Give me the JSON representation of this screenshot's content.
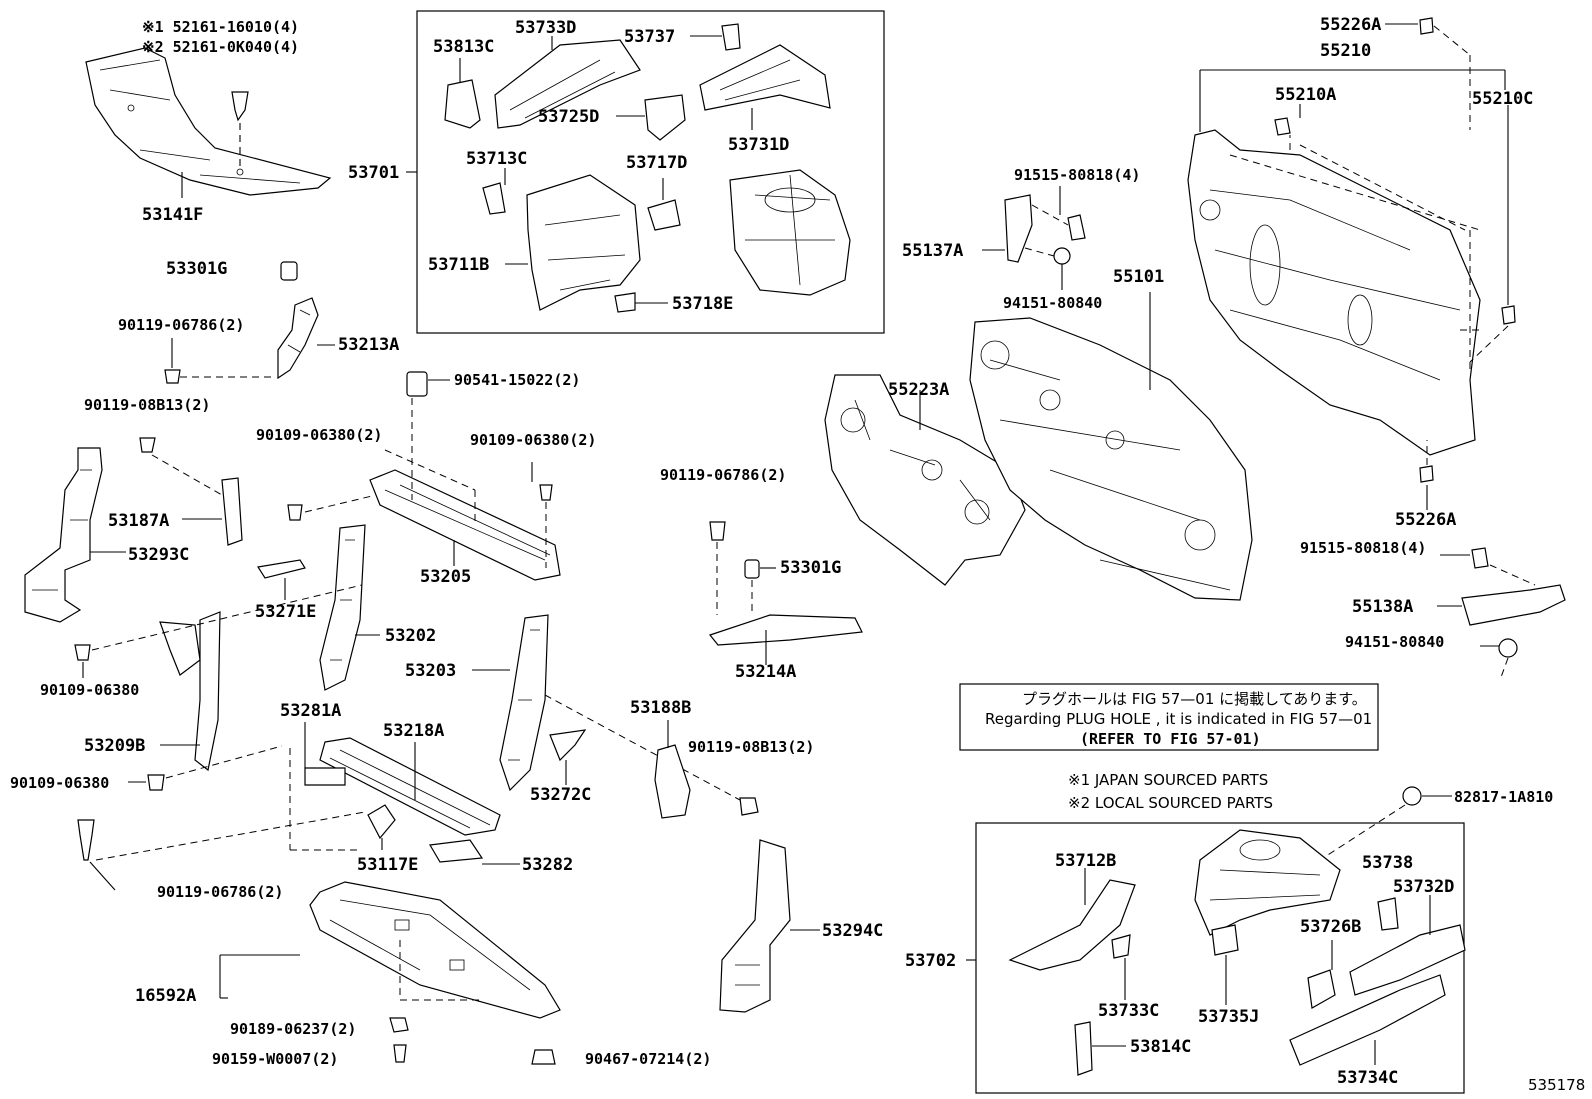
{
  "diagram": {
    "figure_number": "535178",
    "callouts": {
      "c53141F": "53141F",
      "c53141F_note1": "※1 52161-16010(4)",
      "c53141F_note2": "※2 52161-0K040(4)",
      "c53301G_a": "53301G",
      "c90119_06786_a": "90119-06786(2)",
      "c53213A": "53213A",
      "c90119_08B13_a": "90119-08B13(2)",
      "c53187A": "53187A",
      "c53293C": "53293C",
      "c90541_15022": "90541-15022(2)",
      "c90109_06380_a": "90109-06380(2)",
      "c90109_06380_b": "90109-06380(2)",
      "c53205": "53205",
      "c53271E": "53271E",
      "c53202": "53202",
      "c90109_06380_c": "90109-06380",
      "c53203": "53203",
      "c53209B": "53209B",
      "c53281A": "53281A",
      "c53218A": "53218A",
      "c90109_06380_d": "90109-06380",
      "c53272C": "53272C",
      "c53117E": "53117E",
      "c53282": "53282",
      "c90119_06786_b": "90119-06786(2)",
      "c16592A": "16592A",
      "c90189_06237": "90189-06237(2)",
      "c90159_W0007": "90159-W0007(2)",
      "c90467_07214": "90467-07214(2)",
      "c53294C": "53294C",
      "c90119_06786_c": "90119-06786(2)",
      "c53301G_b": "53301G",
      "c53214A": "53214A",
      "c53188B": "53188B",
      "c90119_08B13_b": "90119-08B13(2)",
      "c53701": "53701",
      "c53813C": "53813C",
      "c53733D": "53733D",
      "c53737": "53737",
      "c53725D": "53725D",
      "c53731D": "53731D",
      "c53713C": "53713C",
      "c53717D": "53717D",
      "c53711B": "53711B",
      "c53718E": "53718E",
      "c91515_80818_a": "91515-80818(4)",
      "c55137A": "55137A",
      "c94151_80840_a": "94151-80840",
      "c55101": "55101",
      "c55223A": "55223A",
      "c55226A_a": "55226A",
      "c55210": "55210",
      "c55210A": "55210A",
      "c55210C": "55210C",
      "c55226A_b": "55226A",
      "c91515_80818_b": "91515-80818(4)",
      "c55138A": "55138A",
      "c94151_80840_b": "94151-80840",
      "c82817_1A810": "82817-1A810",
      "c53702": "53702",
      "c53712B": "53712B",
      "c53738": "53738",
      "c53732D": "53732D",
      "c53726B": "53726B",
      "c53733C": "53733C",
      "c53735J": "53735J",
      "c53814C": "53814C",
      "c53734C": "53734C"
    },
    "notes": {
      "plug_hole_jp": "プラグホールは FIG 57—01 に掲載してあります。",
      "plug_hole_en": "Regarding  PLUG  HOLE , it is indicated in  FIG  57—01",
      "refer": "(REFER  TO  FIG  57-01)",
      "legend1": "※1  JAPAN SOURCED PARTS",
      "legend2": "※2  LOCAL SOURCED PARTS"
    }
  }
}
